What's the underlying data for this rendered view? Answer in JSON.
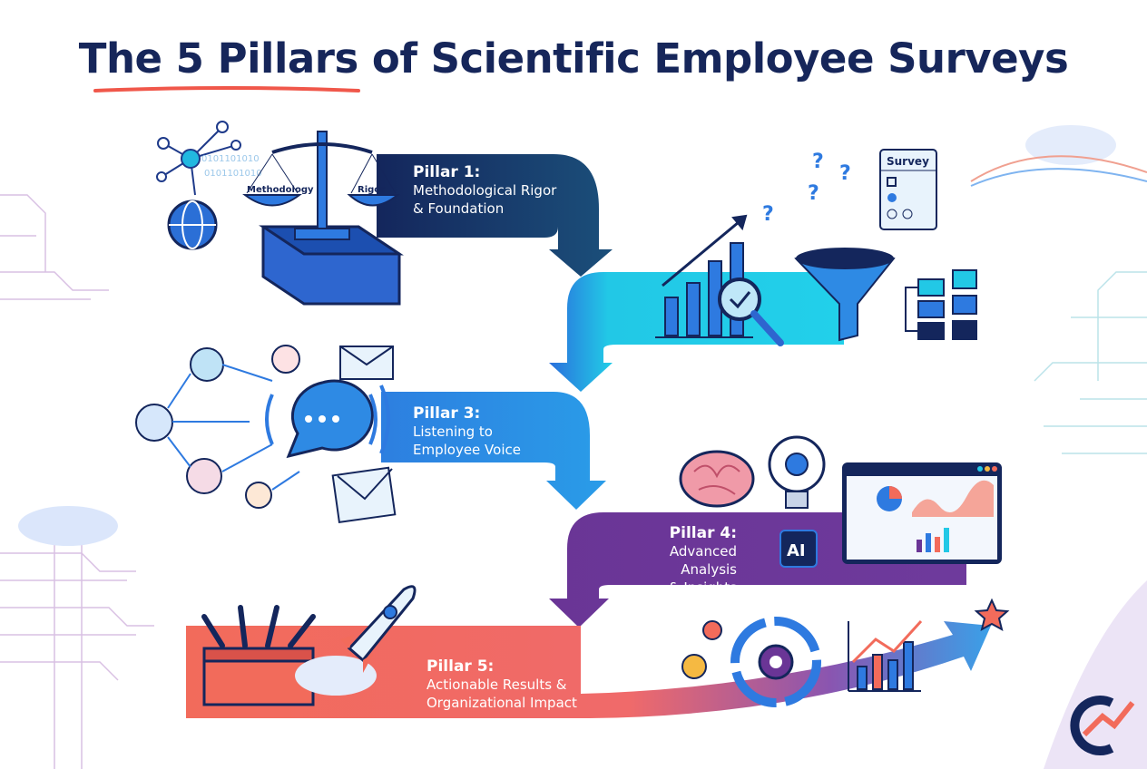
{
  "title": "The 5 Pillars of Scientific Employee Surveys",
  "colors": {
    "title": "#16265a",
    "underline": "#f0574a",
    "pillar1": "#14265c",
    "pillar2": "#22c8e6",
    "pillar3": "#2d7fe0",
    "pillar4": "#6a3596",
    "pillar5": "#f26b5b"
  },
  "pillars": [
    {
      "heading": "Pillar 1:",
      "line1": "Methodological Rigor",
      "line2": "& Foundation"
    },
    {
      "heading": "Pillar 3:",
      "line1": "Listening to",
      "line2": "Employee Voice"
    },
    {
      "heading": "Pillar 4:",
      "line1": "Advanced Analysis",
      "line2": "& Insights"
    },
    {
      "heading": "Pillar 5:",
      "line1": "Actionable Results &",
      "line2": "Organizational Impact"
    }
  ],
  "icon_labels": {
    "scale_left": "Methodology",
    "scale_right": "Rigor",
    "survey_card": "Survey",
    "ai_chip": "AI",
    "binary": "0101101010"
  },
  "icons": [
    "network-icon",
    "globe-icon",
    "scale-icon",
    "bar-chart-icon",
    "magnifier-icon",
    "funnel-icon",
    "survey-icon",
    "hierarchy-icon",
    "people-icon",
    "chat-bubble-icon",
    "envelope-icon",
    "brain-icon",
    "lightbulb-gear-icon",
    "ai-chip-icon",
    "dashboard-icon",
    "toolbox-icon",
    "rocket-icon",
    "cycle-icon",
    "growth-chart-icon",
    "star-icon",
    "logo-icon"
  ]
}
